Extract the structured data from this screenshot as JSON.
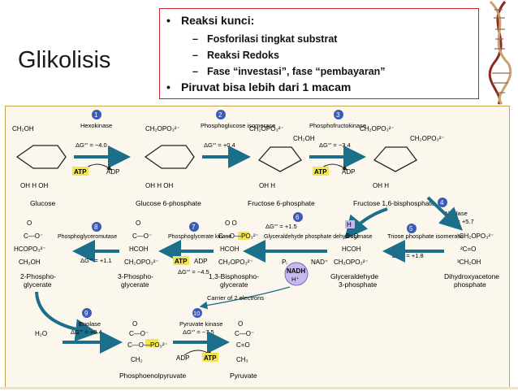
{
  "slide": {
    "title": "Glikolisis",
    "bullets": {
      "main1": "Reaksi kunci:",
      "subs": [
        "Fosforilasi tingkat substrat",
        "Reaksi Redoks",
        "Fase “investasi”, fase “pembayaran”"
      ],
      "main2": "Piruvat bisa lebih dari 1 macam",
      "bullet_char": "•",
      "dash_char": "–"
    }
  },
  "pathway": {
    "steps": [
      {
        "num": "1",
        "enzyme": "Hexokinase",
        "dg": "ΔG°' = −4.0"
      },
      {
        "num": "2",
        "enzyme": "Phosphoglucose isomerase",
        "dg": "ΔG°' = +0.4"
      },
      {
        "num": "3",
        "enzyme": "Phosphofructokinase",
        "dg": "ΔG°' = −3.4"
      },
      {
        "num": "4",
        "enzyme": "Aldolase",
        "dg": "ΔG°' = +5.7"
      },
      {
        "num": "5",
        "enzyme": "Triose phosphate isomerase",
        "dg": "ΔG°' = +1.8"
      },
      {
        "num": "6",
        "enzyme": "Glyceraldehyde phosphate dehydrogenase",
        "dg": "ΔG°' = +1.5"
      },
      {
        "num": "7",
        "enzyme": "Phosphoglycerate kinase",
        "dg": "ΔG°' = −4.5"
      },
      {
        "num": "8",
        "enzyme": "Phosphoglyceromutase",
        "dg": "ΔG°' = +1.1"
      },
      {
        "num": "9",
        "enzyme": "Enolase",
        "dg": "ΔG°' = +0.4"
      },
      {
        "num": "10",
        "enzyme": "Pyruvate kinase",
        "dg": "ΔG°' = −7.5"
      }
    ],
    "compounds": {
      "glucose": "Glucose",
      "g6p": "Glucose 6-phosphate",
      "f6p": "Fructose 6-phosphate",
      "f16bp": "Fructose 1,6-bisphosphate",
      "dhap_1": "Dihydroxyacetone",
      "dhap_2": "phosphate",
      "gap_1": "Glyceraldehyde",
      "gap_2": "3-phosphate",
      "bpg_1": "1,3-Bisphospho-",
      "bpg_2": "glycerate",
      "pg3_1": "3-Phospho-",
      "pg3_2": "glycerate",
      "pg2_1": "2-Phospho-",
      "pg2_2": "glycerate",
      "pep": "Phosphoenolpyruvate",
      "pyruvate": "Pyruvate"
    },
    "cofactors": {
      "atp": "ATP",
      "adp": "ADP",
      "nadh": "NADH",
      "h_plus": "H⁺",
      "nad_plus": "NAD⁺",
      "pi": "Pᵢ",
      "h2o": "H₂O",
      "carrier": "Carrier of 2 electrons"
    },
    "colors": {
      "arrow": "#1b6f8a",
      "step_circle": "#3b5bb5",
      "atp_fill": "#f4e34b",
      "nadh_fill": "#c7b8ee",
      "figure_bg": "#fbf7ec",
      "box_border": "#c0272d"
    }
  }
}
